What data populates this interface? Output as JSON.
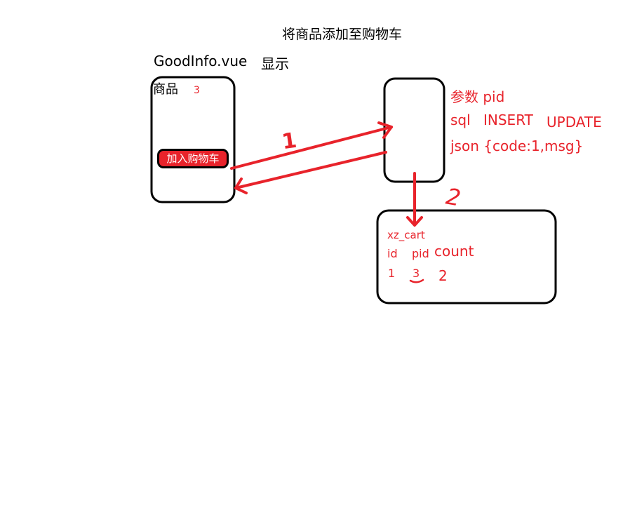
{
  "title": "将商品添加至购物车",
  "component": {
    "file": "GoodInfo.vue",
    "action": "显示"
  },
  "product_box": {
    "label": "商品",
    "pid": "3",
    "add_button": "加入购物车"
  },
  "server_notes": {
    "param": "参数 pid",
    "sql": "sql",
    "insert": "INSERT",
    "update": "UPDATE",
    "json": "json {code:1,msg}"
  },
  "steps": {
    "step1": "1",
    "step2": "2"
  },
  "table": {
    "name": "xz_cart",
    "columns": [
      "id",
      "pid",
      "count"
    ],
    "row": [
      "1",
      "3",
      "2"
    ]
  },
  "colors": {
    "annotation": "#e8232b",
    "outline": "#000000"
  }
}
